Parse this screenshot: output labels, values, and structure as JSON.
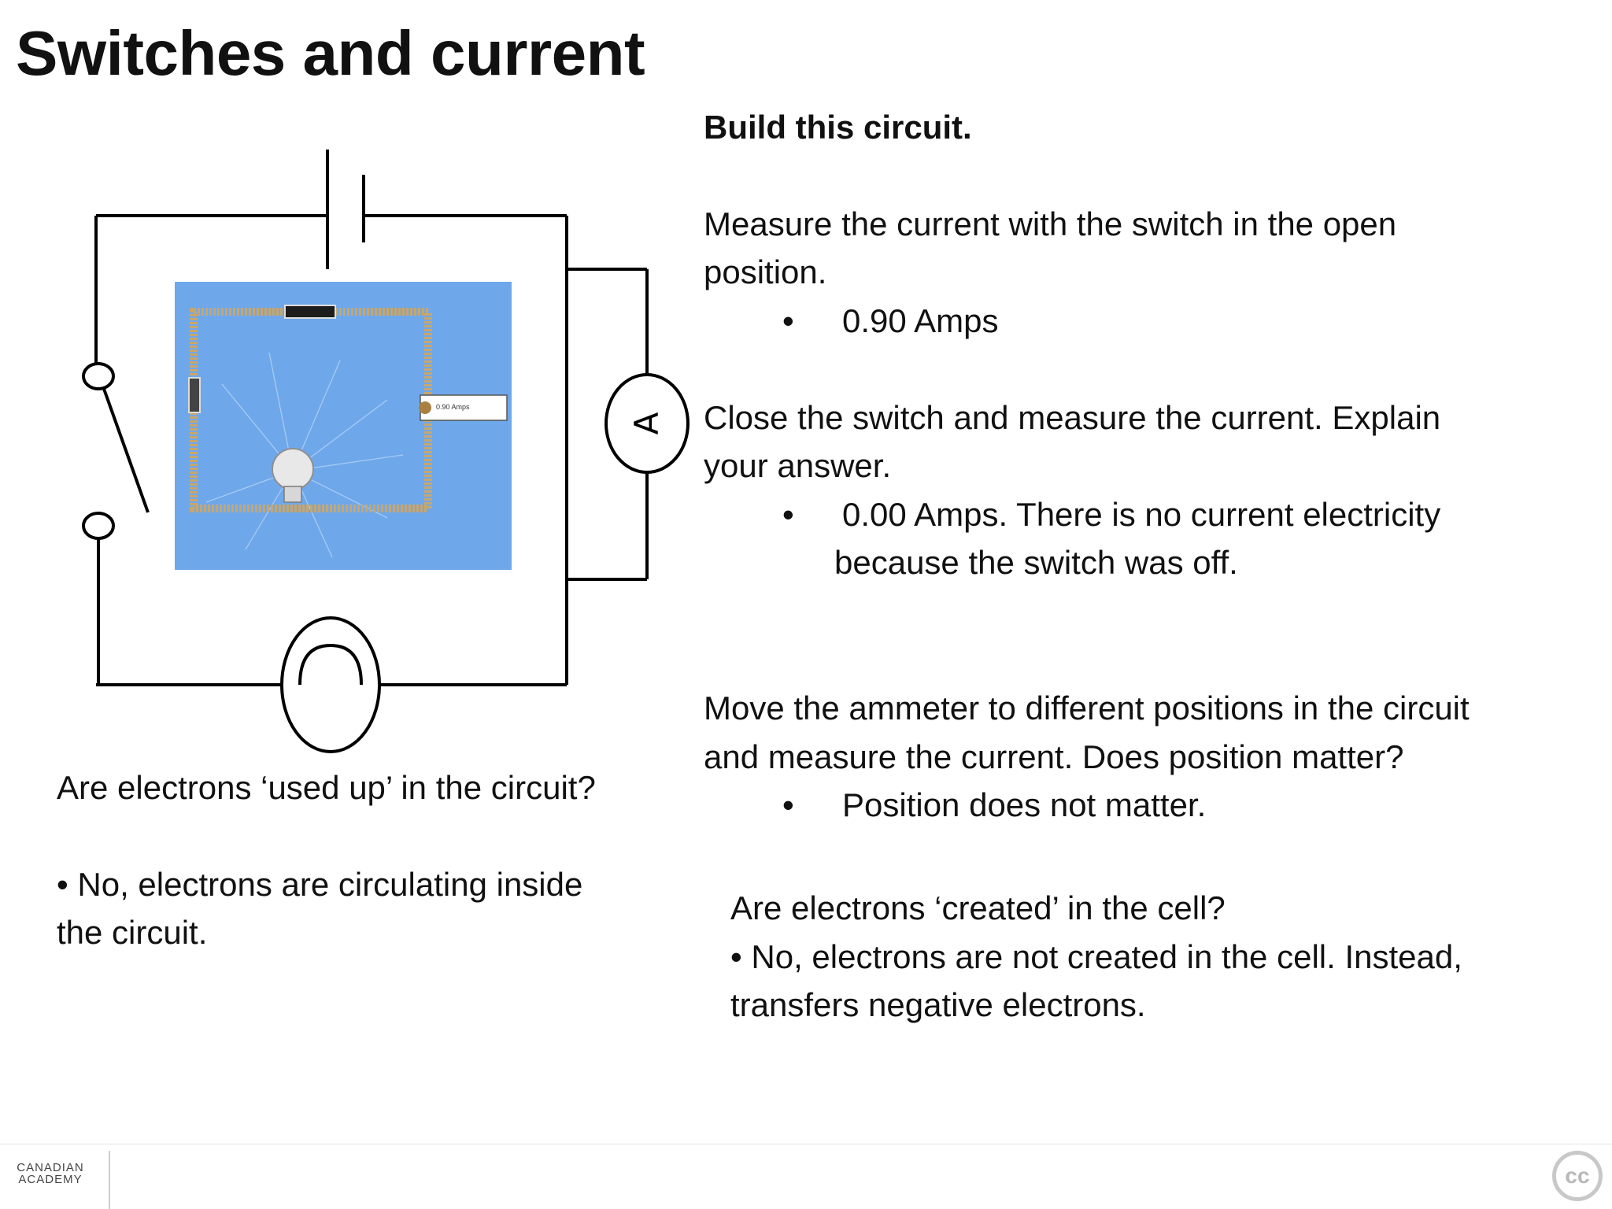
{
  "slide": {
    "title": "Switches and current"
  },
  "right_column": {
    "heading": "Build this circuit.",
    "q1_line1": "Measure the current with the switch in the open",
    "q1_line2": "position.",
    "a1": "0.90 Amps",
    "q2_line1": "Close the switch and measure the current. Explain",
    "q2_line2": "your answer.",
    "a2_line1": "0.00 Amps. There is no current electricity",
    "a2_line2": "because the switch was off.",
    "q3_line1": "Move the ammeter to different positions in the circuit",
    "q3_line2": "and measure the current. Does position matter?",
    "a3": "Position does not matter.",
    "q4": "Are electrons ‘created’ in the cell?",
    "a4_line1": "• No, electrons are not created in the cell. Instead,",
    "a4_line2": "transfers negative electrons."
  },
  "left_column": {
    "question": "Are electrons ‘used up’ in the circuit?",
    "answer_line1": "• No, electrons are circulating inside",
    "answer_line2": "the circuit."
  },
  "diagram": {
    "ammeter_symbol": "A",
    "sim_readout": "0.90 Amps",
    "icons": [
      "battery-cell-icon",
      "switch-icon",
      "ammeter-icon",
      "lamp-icon"
    ]
  },
  "footer": {
    "logo_line1": "CANADIAN",
    "logo_line2": "ACADEMY",
    "cc_badge": "cc"
  },
  "bullet": "•"
}
